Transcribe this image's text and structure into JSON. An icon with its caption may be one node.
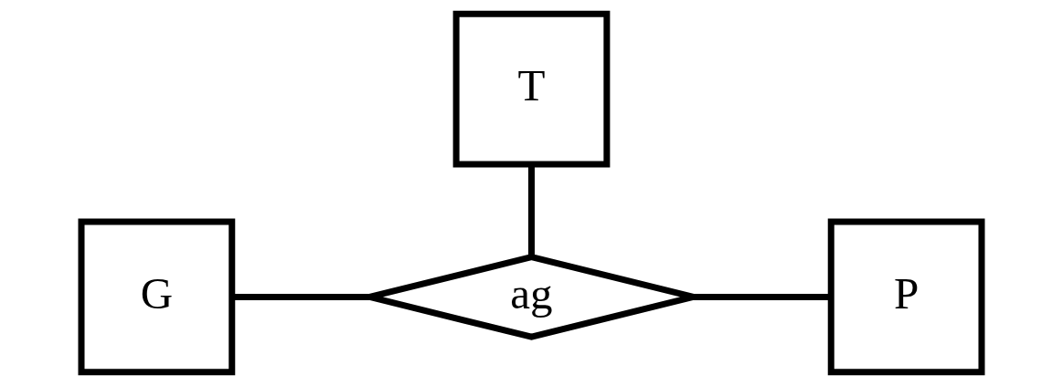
{
  "diagram": {
    "nodes": [
      {
        "text": [
          "T"
        ]
      },
      {
        "text": [
          "G"
        ]
      },
      {
        "text": [
          "ag"
        ]
      },
      {
        "text": [
          "P"
        ]
      }
    ],
    "edges": [
      {
        "from": 0,
        "to": 2,
        "arrow": "none"
      },
      {
        "from": 1,
        "to": 2,
        "arrow": "none"
      },
      {
        "from": 2,
        "to": 3,
        "arrow": "none"
      }
    ]
  }
}
